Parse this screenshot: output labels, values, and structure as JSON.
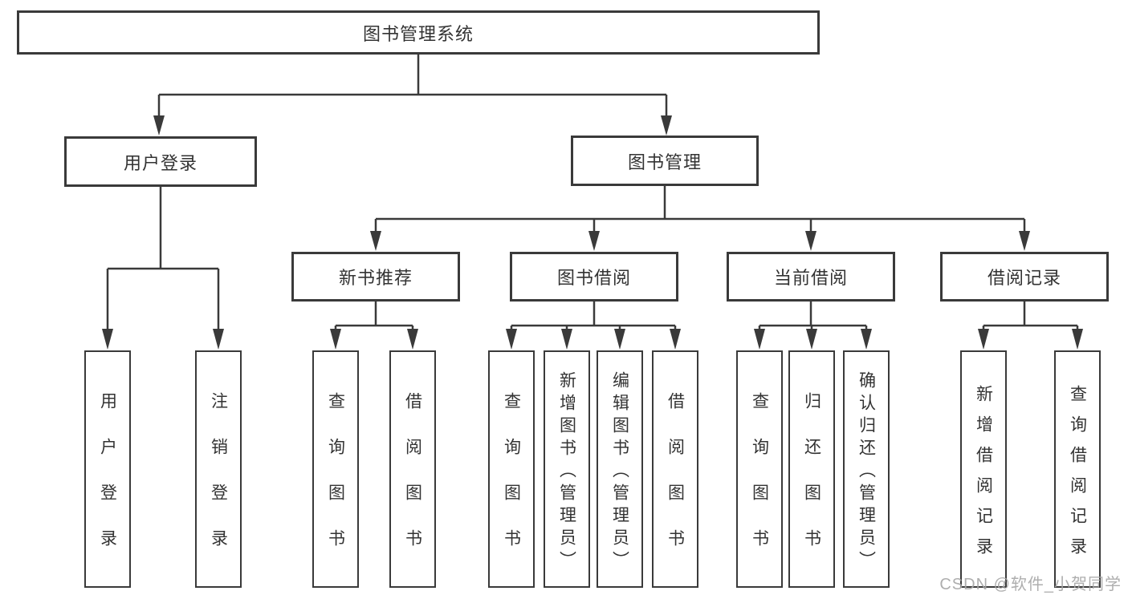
{
  "diagram": {
    "root": {
      "label": "图书管理系统"
    },
    "branches": [
      {
        "label": "用户登录",
        "children": [
          {
            "label": "用户登录"
          },
          {
            "label": "注销登录"
          }
        ]
      },
      {
        "label": "图书管理",
        "children": [
          {
            "label": "新书推荐",
            "children": [
              {
                "label": "查询图书"
              },
              {
                "label": "借阅图书"
              }
            ]
          },
          {
            "label": "图书借阅",
            "children": [
              {
                "label": "查询图书"
              },
              {
                "label": "新增图书（管理员）"
              },
              {
                "label": "编辑图书（管理员）"
              },
              {
                "label": "借阅图书"
              }
            ]
          },
          {
            "label": "当前借阅",
            "children": [
              {
                "label": "查询图书"
              },
              {
                "label": "归还图书"
              },
              {
                "label": "确认归还（管理员）"
              }
            ]
          },
          {
            "label": "借阅记录",
            "children": [
              {
                "label": "新增借阅记录"
              },
              {
                "label": "查询借阅记录"
              }
            ]
          }
        ]
      }
    ]
  },
  "watermark": {
    "text": "CSDN @软件_小贺同学"
  },
  "colors": {
    "line": "#3a3a3a",
    "text": "#333333",
    "background": "#ffffff",
    "watermark": "#a6a6a6"
  }
}
